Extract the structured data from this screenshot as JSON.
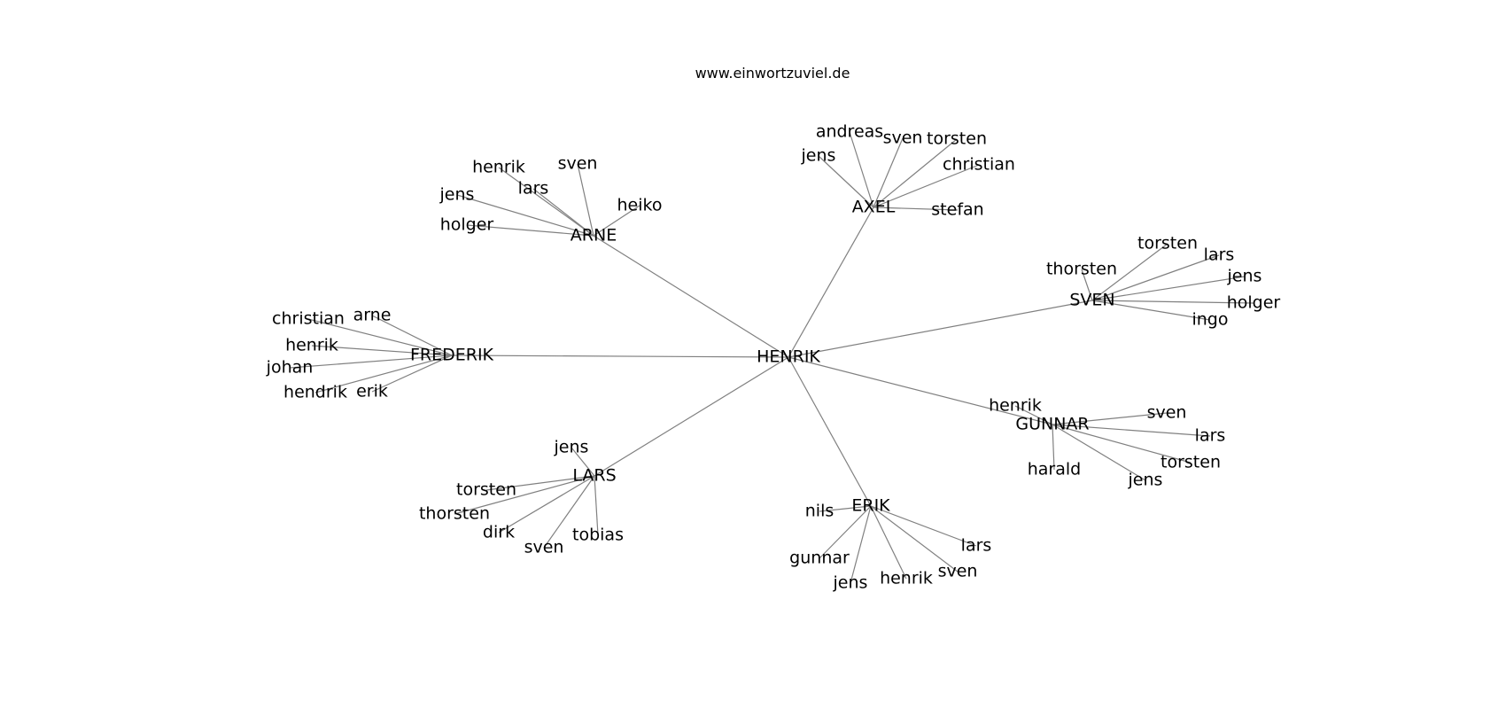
{
  "site": "www.einwortzuviel.de",
  "graph": {
    "root": "HENRIK",
    "groups": [
      {
        "name": "ARNE",
        "children": [
          "henrik",
          "sven",
          "lars",
          "jens",
          "heiko",
          "holger"
        ]
      },
      {
        "name": "AXEL",
        "children": [
          "andreas",
          "sven",
          "torsten",
          "jens",
          "christian",
          "stefan"
        ]
      },
      {
        "name": "SVEN",
        "children": [
          "torsten",
          "lars",
          "thorsten",
          "jens",
          "holger",
          "ingo"
        ]
      },
      {
        "name": "FREDERIK",
        "children": [
          "christian",
          "arne",
          "henrik",
          "johan",
          "hendrik",
          "erik"
        ]
      },
      {
        "name": "GUNNAR",
        "children": [
          "henrik",
          "sven",
          "lars",
          "torsten",
          "jens",
          "harald"
        ]
      },
      {
        "name": "LARS",
        "children": [
          "jens",
          "torsten",
          "thorsten",
          "dirk",
          "sven",
          "tobias"
        ]
      },
      {
        "name": "ERIK",
        "children": [
          "nils",
          "gunnar",
          "jens",
          "henrik",
          "sven",
          "lars"
        ]
      }
    ]
  }
}
